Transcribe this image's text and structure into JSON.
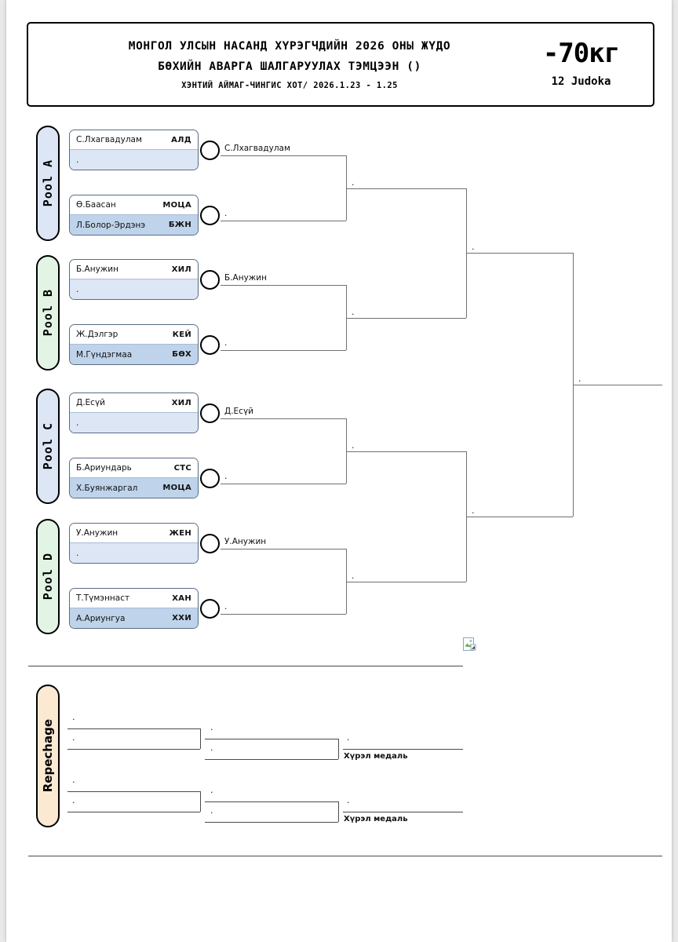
{
  "header": {
    "title_line1": "МОНГОЛ УЛСЫН НАСАНД ХҮРЭГЧДИЙН 2026 ОНЫ ЖҮДО",
    "title_line2": "БӨХИЙН АВАРГА ШАЛГАРУУЛАХ ТЭМЦЭЭН ()",
    "subtitle": "ХЭНТИЙ АЙМАГ-ЧИНГИС ХОТ/ 2026.1.23 - 1.25",
    "weight": "-70кг",
    "judoka_count": "12 Judoka"
  },
  "colors": {
    "pool_blue": "#dce6f5",
    "pool_green": "#e2f5e4",
    "row_light": "#dce6f5",
    "row_dark": "#bfd4ea",
    "repechage_tan": "#fbe9d2",
    "line": "#707070",
    "border": "#000000"
  },
  "pools": [
    {
      "label": "Pool A",
      "tab_color": "#dce6f5",
      "matches": [
        {
          "top": {
            "name": "С.Лхагвадулам",
            "club": "АЛД"
          },
          "bottom": {
            "name": ".",
            "club": ""
          },
          "bottom_fill": "light",
          "winner": "С.Лхагвадулам"
        },
        {
          "top": {
            "name": "Ө.Баасан",
            "club": "МОЦА"
          },
          "bottom": {
            "name": "Л.Болор-Эрдэнэ",
            "club": "БЖН"
          },
          "bottom_fill": "dark",
          "winner": "."
        }
      ],
      "pool_winner": "."
    },
    {
      "label": "Pool B",
      "tab_color": "#e2f5e4",
      "matches": [
        {
          "top": {
            "name": "Б.Анужин",
            "club": "ХИЛ"
          },
          "bottom": {
            "name": ".",
            "club": ""
          },
          "bottom_fill": "light",
          "winner": "Б.Анужин"
        },
        {
          "top": {
            "name": "Ж.Дэлгэр",
            "club": "КЕЙ"
          },
          "bottom": {
            "name": "М.Гүндэгмаа",
            "club": "БӨХ"
          },
          "bottom_fill": "dark",
          "winner": "."
        }
      ],
      "pool_winner": "."
    },
    {
      "label": "Pool C",
      "tab_color": "#dce6f5",
      "matches": [
        {
          "top": {
            "name": "Д.Есүй",
            "club": "ХИЛ"
          },
          "bottom": {
            "name": ".",
            "club": ""
          },
          "bottom_fill": "light",
          "winner": "Д.Есүй"
        },
        {
          "top": {
            "name": "Б.Ариундарь",
            "club": "СТС"
          },
          "bottom": {
            "name": "Х.Буянжаргал",
            "club": "МОЦА"
          },
          "bottom_fill": "dark",
          "winner": "."
        }
      ],
      "pool_winner": "."
    },
    {
      "label": "Pool D",
      "tab_color": "#e2f5e4",
      "matches": [
        {
          "top": {
            "name": "У.Анужин",
            "club": "ЖЕН"
          },
          "bottom": {
            "name": ".",
            "club": ""
          },
          "bottom_fill": "light",
          "winner": "У.Анужин"
        },
        {
          "top": {
            "name": "Т.Түмэннаст",
            "club": "ХАН"
          },
          "bottom": {
            "name": "А.Ариунгуа",
            "club": "ХХИ"
          },
          "bottom_fill": "dark",
          "winner": "."
        }
      ],
      "pool_winner": "."
    }
  ],
  "semifinals": [
    {
      "label": "."
    },
    {
      "label": "."
    }
  ],
  "final": {
    "label": "."
  },
  "repechage": {
    "label": "Repechage",
    "brackets": [
      {
        "entry_top": ".",
        "entry_bottom": ".",
        "round2_top": ".",
        "round2_bottom": ".",
        "result_top": ".",
        "medal_label": "Хүрэл медаль"
      },
      {
        "entry_top": ".",
        "entry_bottom": ".",
        "round2_top": ".",
        "round2_bottom": ".",
        "result_top": ".",
        "medal_label": "Хүрэл медаль"
      }
    ]
  },
  "icons": {
    "broken_image": "broken-image-icon"
  }
}
